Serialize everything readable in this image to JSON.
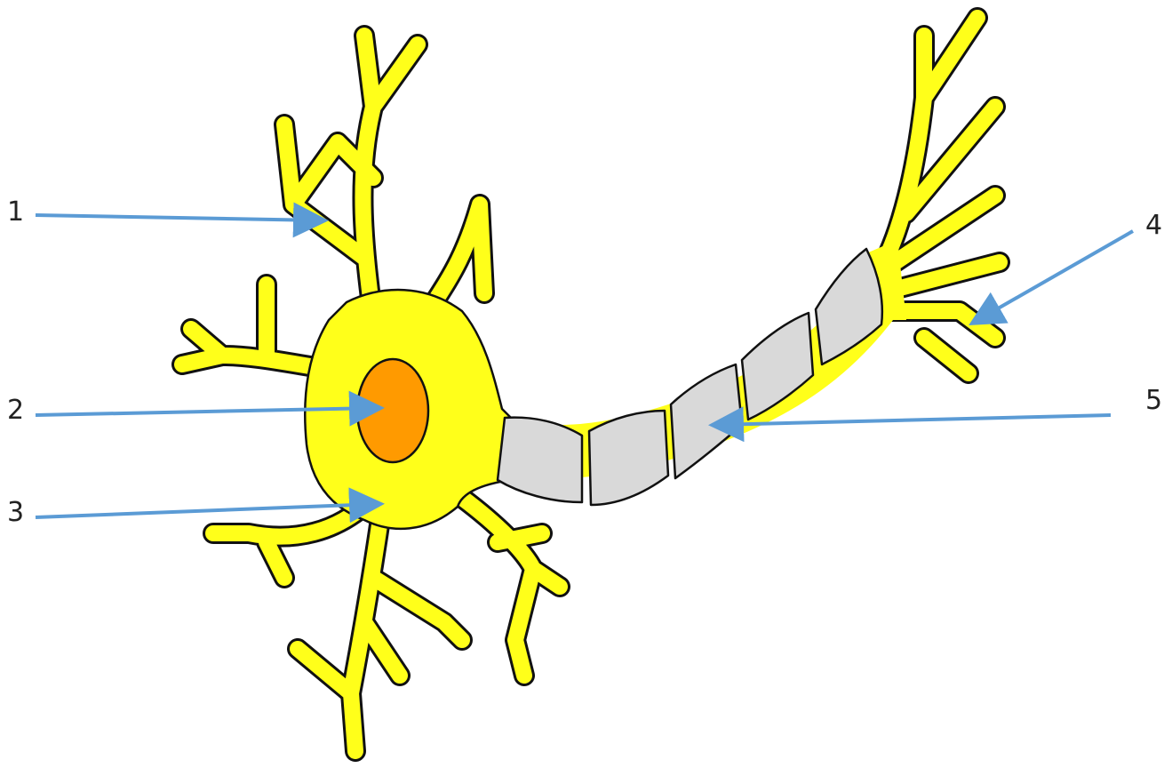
{
  "labels": [
    "1",
    "2",
    "3",
    "4",
    "5"
  ],
  "colors": {
    "cell": "#ffff1a",
    "nucleus": "#ff9a00",
    "myelin": "#d9d9d9",
    "arrow": "#5b9bd5",
    "outline": "#111111"
  }
}
